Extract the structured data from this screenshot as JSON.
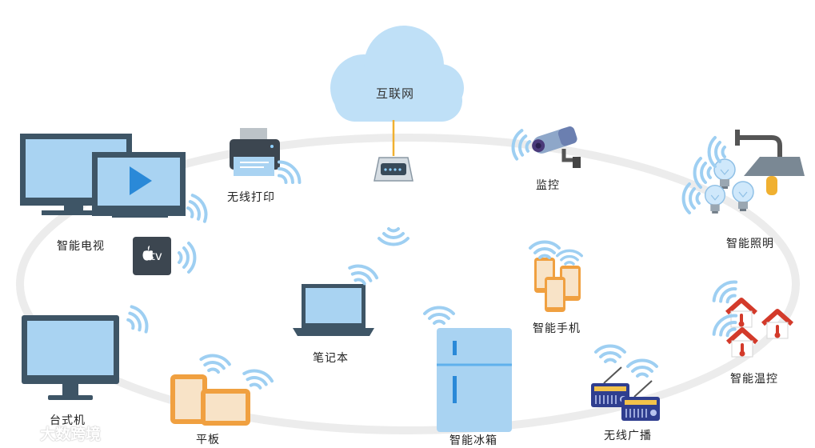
{
  "hub": {
    "label": "互联网"
  },
  "devices": {
    "printer": "无线打印",
    "camera": "监控",
    "tv": "智能电视",
    "lighting": "智能照明",
    "phone": "智能手机",
    "laptop": "笔记本",
    "thermostat": "智能温控",
    "desktop": "台式机",
    "tablet": "平板",
    "fridge": "智能冰箱",
    "radio": "无线广播"
  },
  "appletv_text": "tv",
  "watermark": "大数跨境",
  "colors": {
    "screen": "#a9d3f2",
    "frame": "#3e5566",
    "orange": "#f0a040",
    "wifi": "#9ecff2",
    "ring": "#ececec",
    "red": "#d33a2a"
  }
}
